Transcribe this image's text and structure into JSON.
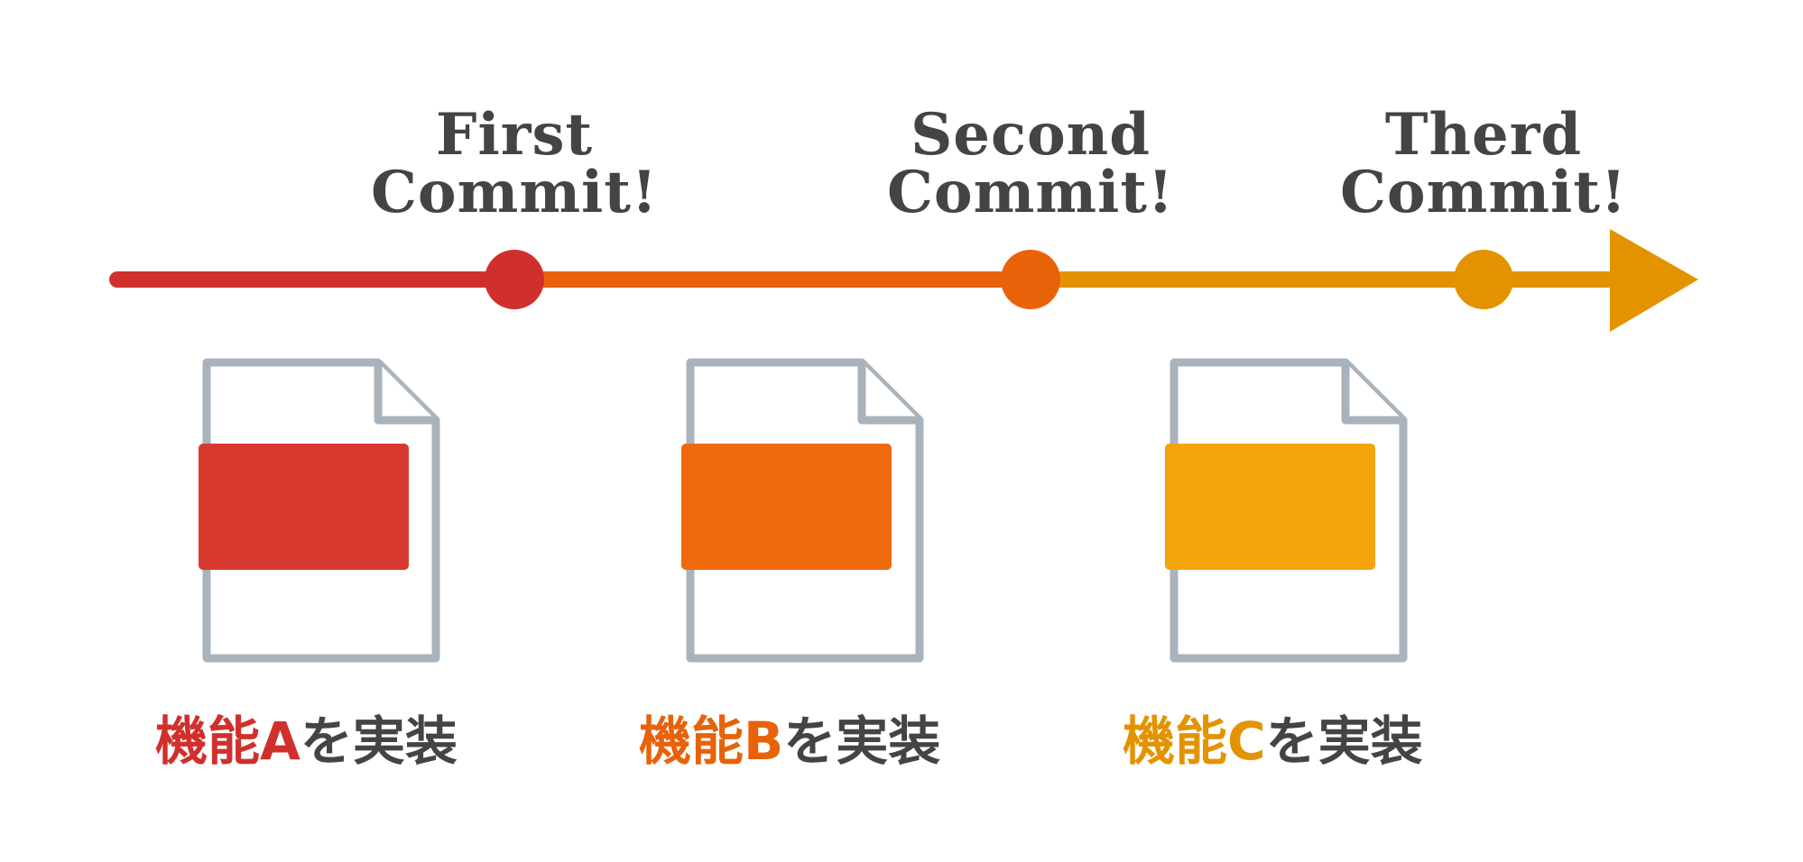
{
  "colors": {
    "text": "#444444",
    "doc_outline": "#A9B3BD",
    "a": "#D0302C",
    "b": "#E8620A",
    "c": "#E49300",
    "rect_a": "#D83A2F",
    "rect_b": "#EF6A0C",
    "rect_c": "#F4A30A"
  },
  "commits": [
    {
      "line1": "First",
      "line2": "Commit!"
    },
    {
      "line1": "Second",
      "line2": "Commit!"
    },
    {
      "line1": "Therd",
      "line2": "Commit!"
    }
  ],
  "features": [
    {
      "highlight": "機能A",
      "rest": "を実装"
    },
    {
      "highlight": "機能B",
      "rest": "を実装"
    },
    {
      "highlight": "機能C",
      "rest": "を実装"
    }
  ]
}
